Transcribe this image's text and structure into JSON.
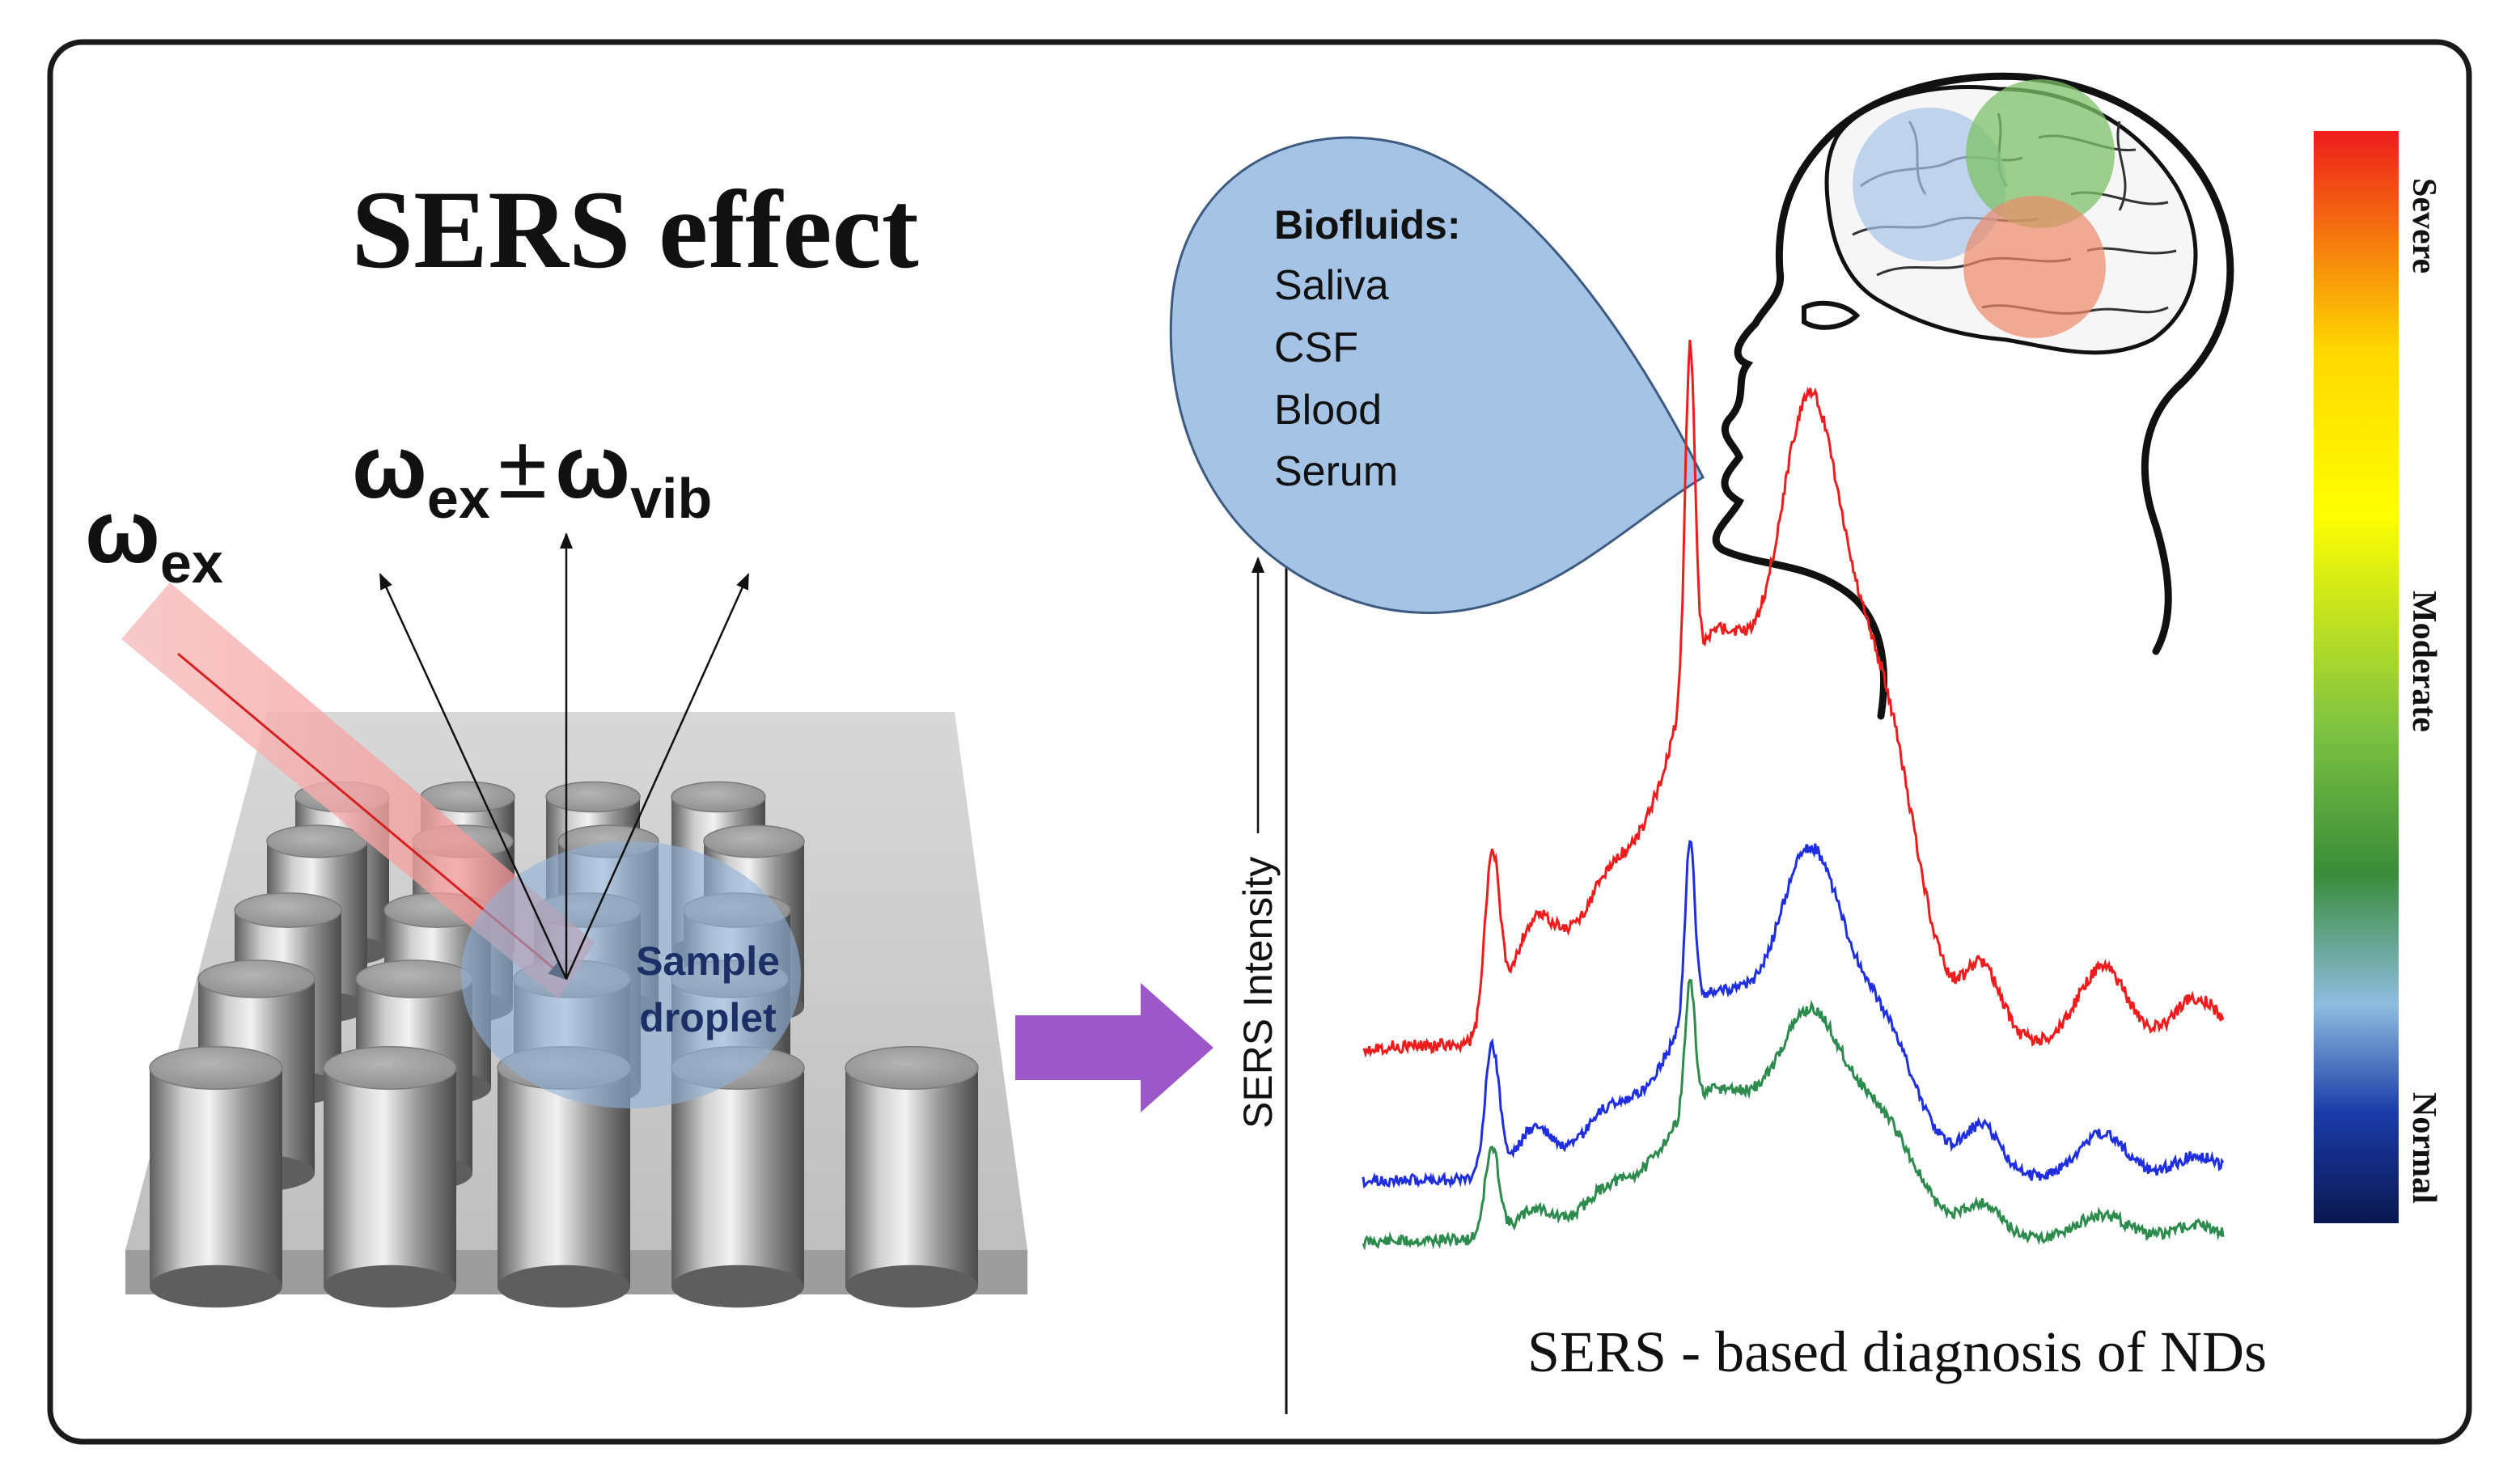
{
  "left_panel": {
    "title": "SERS effect",
    "excitation_symbol": "ω",
    "excitation_sub": "ex",
    "scatter_w1": "ω",
    "scatter_sub1": "ex",
    "scatter_pm": "±",
    "scatter_w2": "ω",
    "scatter_sub2": "vib",
    "droplet_line1": "Sample",
    "droplet_line2": "droplet"
  },
  "biofluids": {
    "heading": "Biofluids:",
    "items": [
      "Saliva",
      "CSF",
      "Blood",
      "Serum"
    ]
  },
  "spectra": {
    "y_axis_label": "SERS Intensity",
    "caption": "SERS - based diagnosis of NDs",
    "colors": {
      "normal": "#2e8b4e",
      "moderate": "#1f2fe0",
      "severe": "#ee1c1c"
    }
  },
  "severity_scale": {
    "labels": [
      "Severe",
      "Moderate",
      "Normal"
    ],
    "colors": [
      "#ee1c1c",
      "#ffd700",
      "#ffff00",
      "#7dc242",
      "#3a8c3a",
      "#8fbce0",
      "#1a3aa8",
      "#0a1850"
    ]
  },
  "colors": {
    "arrow": "#9c57c9",
    "droplet": "#8fb3d9",
    "teardrop": "#a5c3e5",
    "laser": "#f4a6a6"
  }
}
